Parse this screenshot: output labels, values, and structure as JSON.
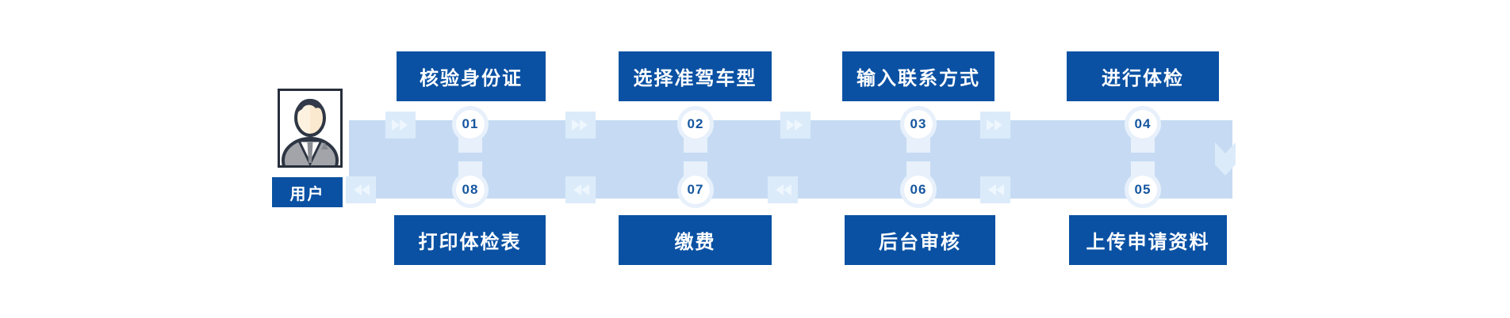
{
  "user": {
    "label": "用户"
  },
  "steps": [
    {
      "num": "01",
      "label": "核验身份证"
    },
    {
      "num": "02",
      "label": "选择准驾车型"
    },
    {
      "num": "03",
      "label": "输入联系方式"
    },
    {
      "num": "04",
      "label": "进行体检"
    },
    {
      "num": "05",
      "label": "上传申请资料"
    },
    {
      "num": "06",
      "label": "后台审核"
    },
    {
      "num": "07",
      "label": "缴费"
    },
    {
      "num": "08",
      "label": "打印体检表"
    }
  ],
  "icons": {
    "avatar": "person-icon",
    "flow_forward": "chevron-right-icon",
    "flow_backward": "chevron-left-icon",
    "flow_turn": "chevron-down-icon"
  },
  "colors": {
    "step_box_blue": "#0a51a3",
    "band_blue": "#c6dbf3",
    "arrow_tile_blue": "#dcebfa",
    "arrow_glyph_blue": "#eef6fe",
    "circle_halo_blue": "#e7f0fb",
    "number_blue": "#15569f",
    "label_text": "#ffffff"
  }
}
